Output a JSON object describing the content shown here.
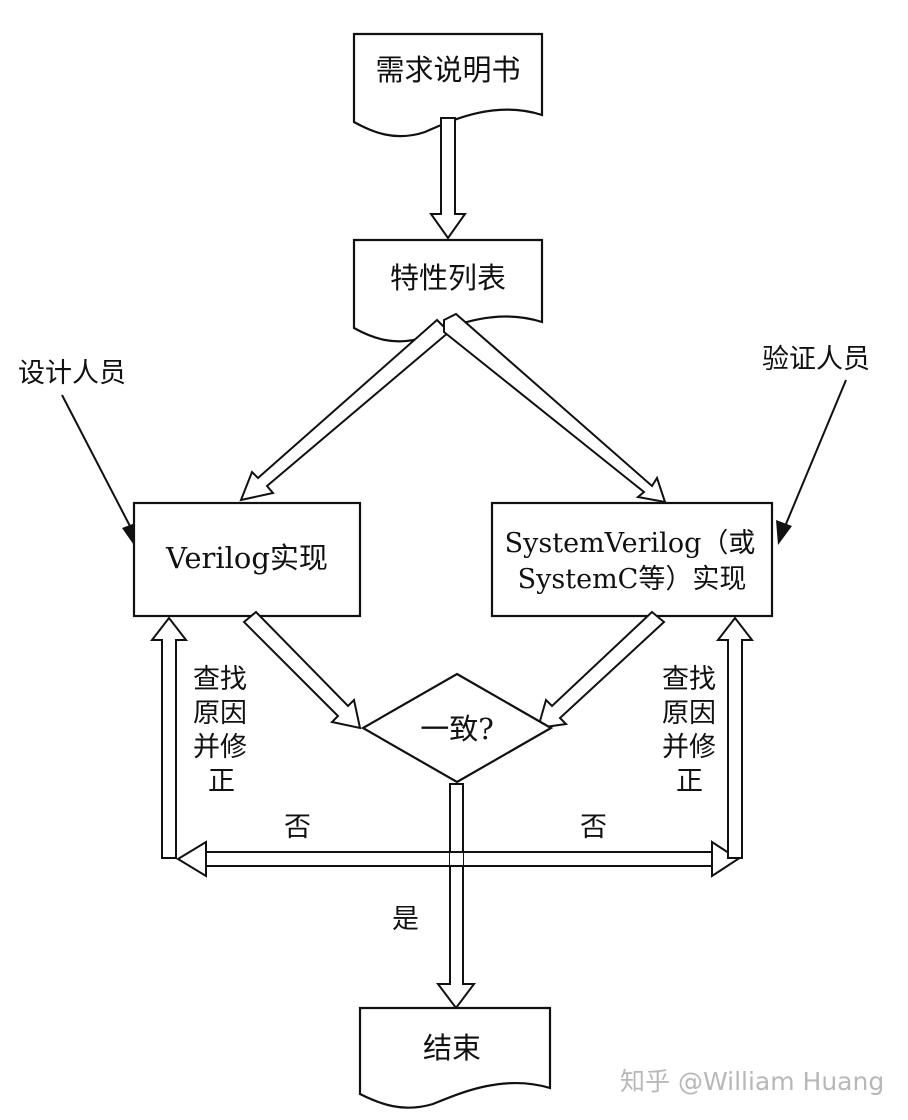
{
  "nodes": {
    "requirements": "需求说明书",
    "feature_list": "特性列表",
    "verilog_impl": "Verilog实现",
    "sv_impl_line1": "SystemVerilog（或",
    "sv_impl_line2": "SystemC等）实现",
    "decision": "一致?",
    "end": "结束"
  },
  "roles": {
    "designer": "设计人员",
    "verifier": "验证人员"
  },
  "fix_note": [
    "查找",
    "原因",
    "并修",
    "正"
  ],
  "branch": {
    "no": "否",
    "yes": "是"
  },
  "watermark": "知乎 @William Huang"
}
